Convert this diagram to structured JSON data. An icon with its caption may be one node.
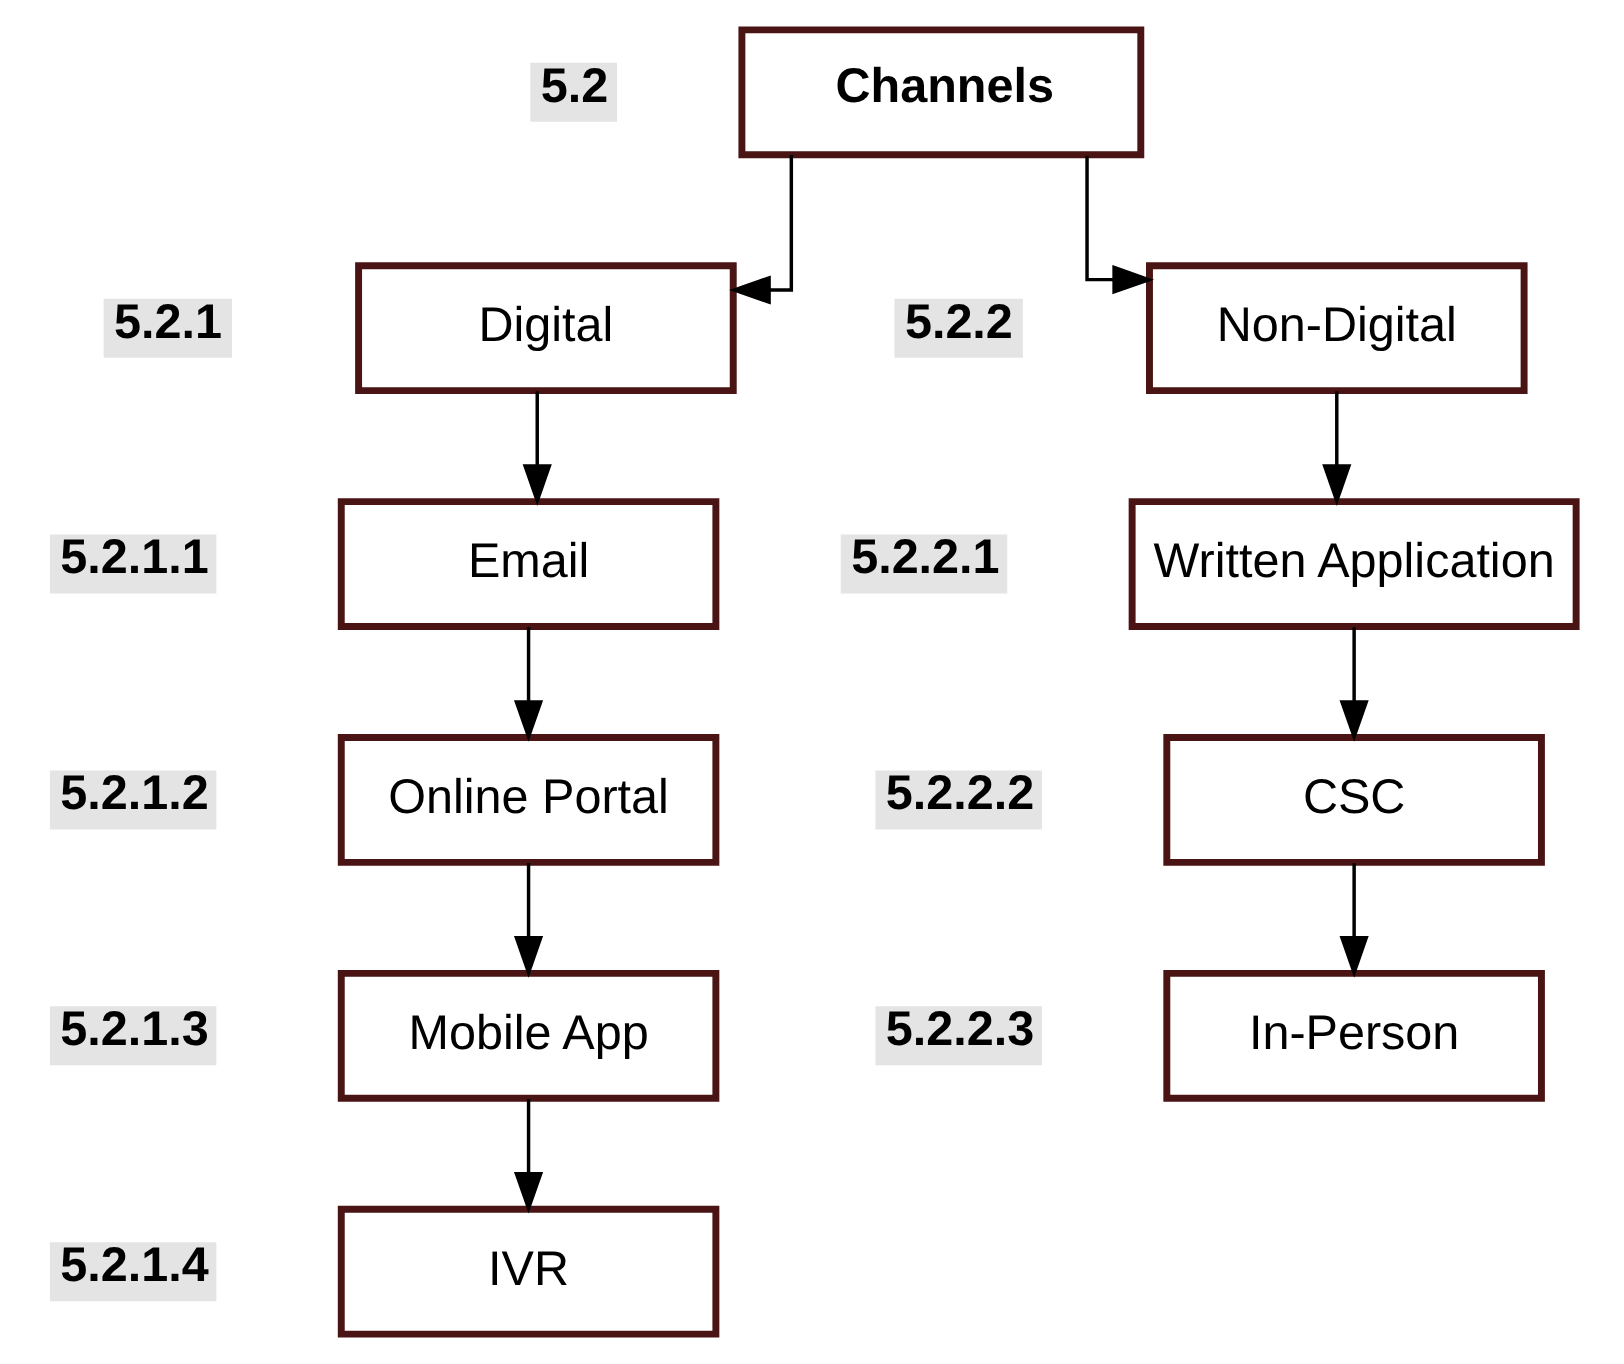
{
  "diagram": {
    "nodes": [
      {
        "text": [
          "Channels"
        ],
        "beside": [
          "5.2"
        ]
      },
      {
        "text": [
          "Digital"
        ],
        "beside": [
          "5.2.1"
        ]
      },
      {
        "text": [
          "Email"
        ],
        "beside": [
          "5.2.1.1"
        ]
      },
      {
        "text": [
          "Online Portal"
        ],
        "beside": [
          "5.2.1.2"
        ]
      },
      {
        "text": [
          "Mobile App"
        ],
        "beside": [
          "5.2.1.3"
        ]
      },
      {
        "text": [
          "IVR"
        ],
        "beside": [
          "5.2.1.4"
        ]
      },
      {
        "text": [
          "Non-Digital"
        ],
        "beside": [
          "5.2.2"
        ]
      },
      {
        "text": [
          "Written Application"
        ],
        "beside": [
          "5.2.2.1"
        ]
      },
      {
        "text": [
          "CSC"
        ],
        "beside": [
          "5.2.2.2"
        ]
      },
      {
        "text": [
          "In-Person"
        ],
        "beside": [
          "5.2.2.3"
        ]
      }
    ],
    "edges": [
      {
        "from": 0,
        "to": 1,
        "arrow": "to"
      },
      {
        "from": 0,
        "to": 6,
        "arrow": "to"
      },
      {
        "from": 1,
        "to": 2,
        "arrow": "to"
      },
      {
        "from": 2,
        "to": 3,
        "arrow": "to"
      },
      {
        "from": 3,
        "to": 4,
        "arrow": "to"
      },
      {
        "from": 4,
        "to": 5,
        "arrow": "to"
      },
      {
        "from": 6,
        "to": 7,
        "arrow": "to"
      },
      {
        "from": 7,
        "to": 8,
        "arrow": "to"
      },
      {
        "from": 8,
        "to": 9,
        "arrow": "to"
      }
    ]
  }
}
